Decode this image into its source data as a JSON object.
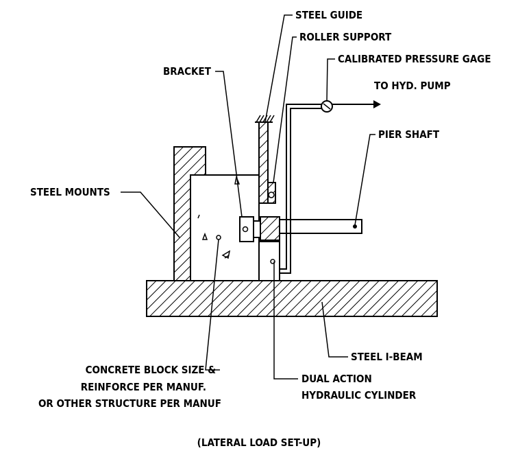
{
  "labels": {
    "steel_guide": "STEEL GUIDE",
    "roller_support": "ROLLER SUPPORT",
    "pressure_gage": "CALIBRATED PRESSURE GAGE",
    "bracket": "BRACKET",
    "to_hyd_pump": "TO HYD. PUMP",
    "pier_shaft": "PIER SHAFT",
    "steel_mounts": "STEEL MOUNTS",
    "steel_i_beam": "STEEL I-BEAM",
    "concrete_line1": "CONCRETE BLOCK SIZE &",
    "concrete_line2": "REINFORCE PER MANUF.",
    "concrete_line3": "OR OTHER STRUCTURE PER MANUF",
    "cylinder_line1": "DUAL ACTION",
    "cylinder_line2": "HYDRAULIC CYLINDER",
    "caption": "(LATERAL LOAD SET-UP)"
  }
}
